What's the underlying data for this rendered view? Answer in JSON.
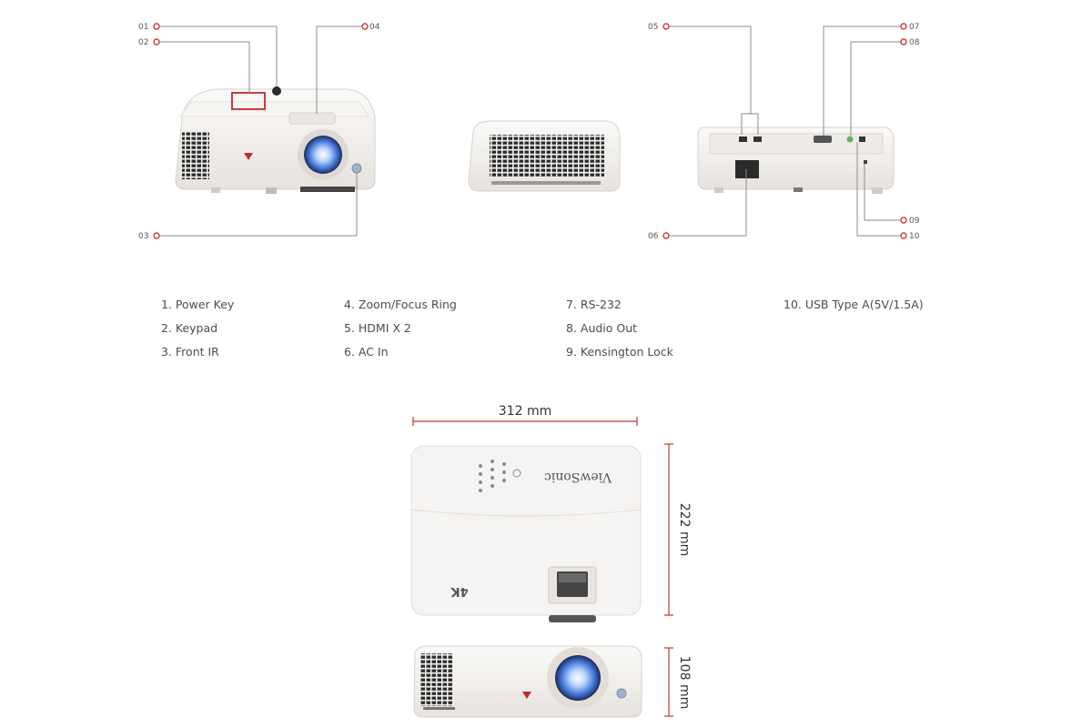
{
  "callouts": [
    {
      "id": "01",
      "label": "01"
    },
    {
      "id": "02",
      "label": "02"
    },
    {
      "id": "03",
      "label": "03"
    },
    {
      "id": "04",
      "label": "04"
    },
    {
      "id": "05",
      "label": "05"
    },
    {
      "id": "06",
      "label": "06"
    },
    {
      "id": "07",
      "label": "07"
    },
    {
      "id": "08",
      "label": "08"
    },
    {
      "id": "09",
      "label": "09"
    },
    {
      "id": "10",
      "label": "10"
    }
  ],
  "legend": [
    "1. Power Key",
    "2. Keypad",
    "3. Front IR",
    "4. Zoom/Focus Ring",
    "5. HDMI X 2",
    "6. AC In",
    "7. RS-232",
    "8. Audio Out",
    "9. Kensington Lock",
    "10. USB Type A(5V/1.5A)"
  ],
  "dimensions": {
    "width": "312 mm",
    "depth": "222 mm",
    "height": "108 mm"
  },
  "product": {
    "brand_mark": "ViewSonic",
    "badge": "4K"
  },
  "colors": {
    "callout_line": "#8c8c8c",
    "callout_marker": "#d23a3a",
    "dimension_line": "#c0392b",
    "projector_body": "#f3f0ee"
  }
}
